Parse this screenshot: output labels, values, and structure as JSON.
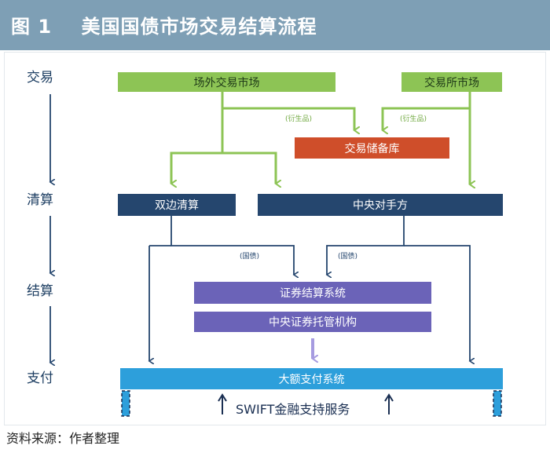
{
  "figure": {
    "title": "图 1    美国国债市场交易结算流程"
  },
  "stages": {
    "trading": "交易",
    "clearing": "清算",
    "settlement": "结算",
    "payment": "支付"
  },
  "boxes": {
    "otc_market": "场外交易市场",
    "exchange_market": "交易所市场",
    "trade_repository": "交易储备库",
    "bilateral_clearing": "双边清算",
    "central_counterparty": "中央对手方",
    "securities_settlement_system": "证券结算系统",
    "central_securities_depository": "中央证券托管机构",
    "large_value_payment_system": "大额支付系统",
    "swift": "SWIFT金融支持服务"
  },
  "tags": {
    "derivatives_left": "(衍生品)",
    "derivatives_right": "(衍生品)",
    "treasury_left": "(国债)",
    "treasury_right": "(国债)"
  },
  "colors": {
    "header_bg": "#7e9fb5",
    "green": "#8dc455",
    "orange": "#cf4e2a",
    "navy": "#25466e",
    "purple": "#6b63b8",
    "blue": "#2d9fdb"
  },
  "source": "资料来源：作者整理"
}
